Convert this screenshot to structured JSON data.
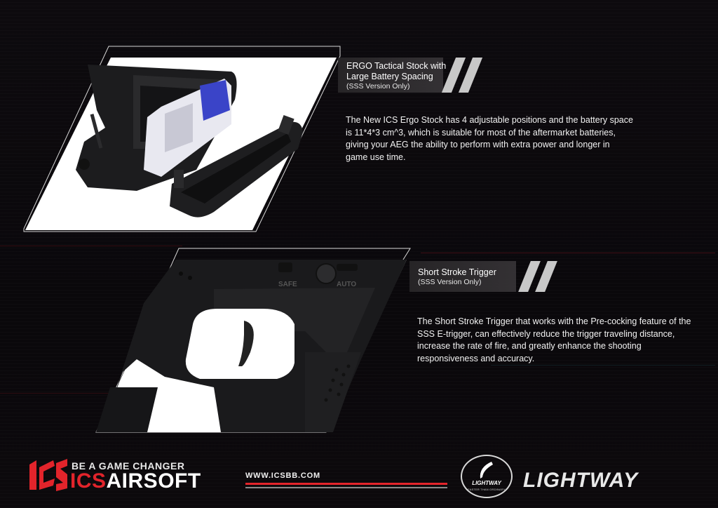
{
  "sections": [
    {
      "title_line1": "ERGO Tactical Stock with",
      "title_line2": "Large Battery Spacing",
      "subtitle": "(SSS Version Only)",
      "description": "The New ICS Ergo Stock has 4 adjustable positions and the battery space is 11*4*3 cm^3, which is suitable for most of the aftermarket batteries, giving your AEG the ability to perform with extra power and longer in game use time."
    },
    {
      "title_line1": "Short Stroke Trigger",
      "subtitle": "(SSS Version Only)",
      "description": "The Short Stroke Trigger that works with the Pre-cocking feature of the SSS E-trigger, can effectively reduce the trigger traveling distance, increase the rate of fire, and greatly enhance the shooting responsiveness and accuracy."
    }
  ],
  "receiver_markings": {
    "safe": "SAFE",
    "auto": "AUTO"
  },
  "footer": {
    "tagline": "BE A GAME CHANGER",
    "brand_ics": "ICS",
    "brand_airsoft": "AIRSOFT",
    "website": "WWW.ICSBB.COM",
    "lightway_badge_top": "LIGHTWAY",
    "lightway_badge_bottom": "FASTER THAN ORDINARY",
    "lightway": "LIGHTWAY"
  },
  "colors": {
    "accent_red": "#e2242b",
    "background": "#0a080b",
    "label_gray": "#2e2c2e"
  }
}
